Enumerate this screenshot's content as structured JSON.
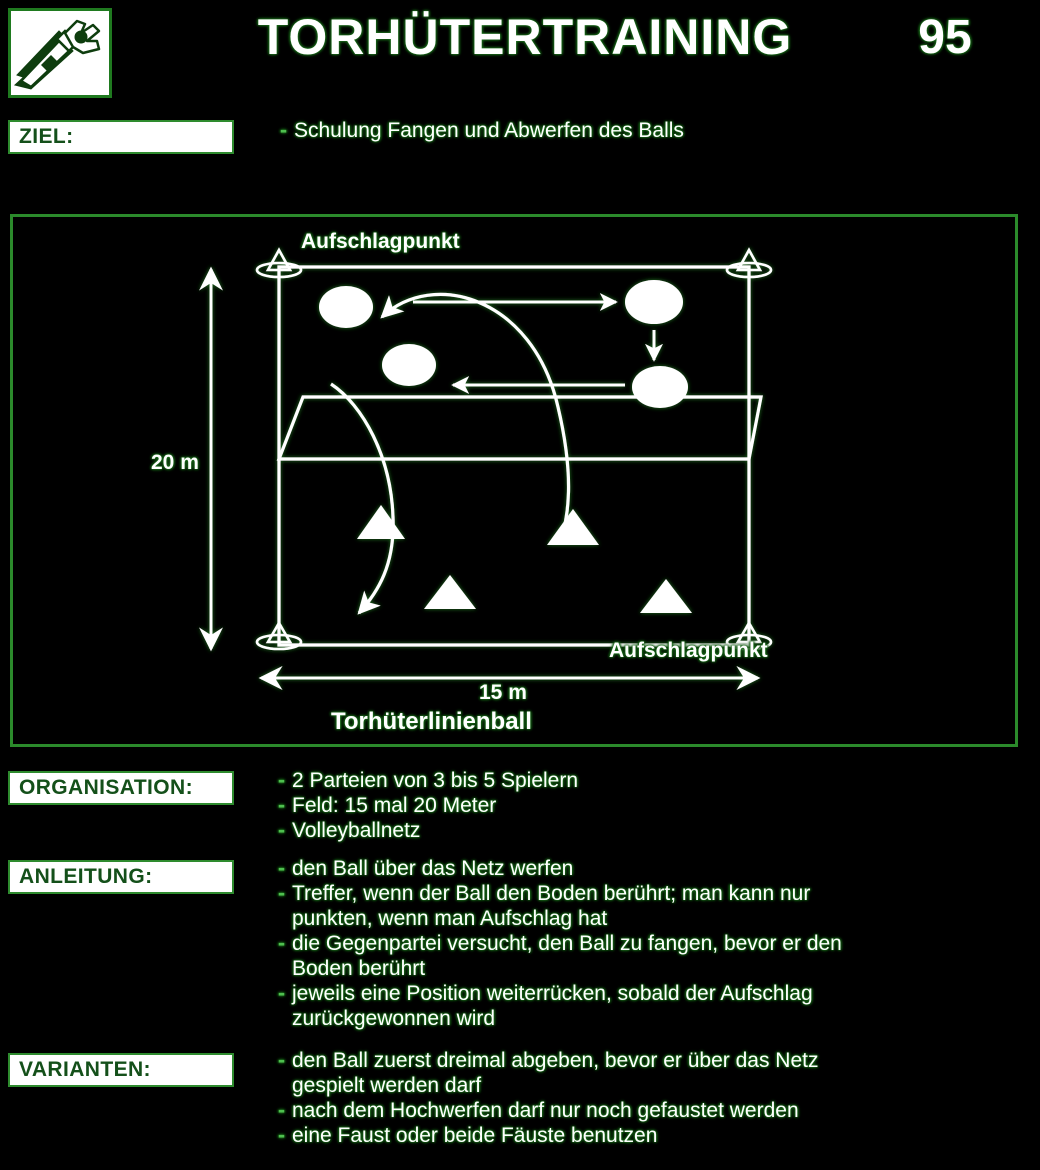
{
  "header": {
    "title": "TORHÜTERTRAINING",
    "page_number": "95",
    "logo_icon": "goalkeeper-diving-catch-icon"
  },
  "sections": [
    {
      "key": "ziel",
      "label": "ZIEL:",
      "items": [
        "Schulung Fangen und Abwerfen des Balls"
      ]
    },
    {
      "key": "organisation",
      "label": "ORGANISATION:",
      "items": [
        "2 Parteien von 3 bis 5 Spielern",
        "Feld: 15 mal 20 Meter",
        "Volleyballnetz"
      ]
    },
    {
      "key": "anleitung",
      "label": "ANLEITUNG:",
      "items": [
        "den Ball über das Netz werfen",
        "Treffer, wenn der Ball den Boden berührt; man kann nur\npunkten, wenn man Aufschlag hat",
        "die Gegenpartei versucht, den Ball zu fangen, bevor er den\nBoden berührt",
        "jeweils eine Position weiterrücken, sobald der Aufschlag\nzurückgewonnen wird"
      ]
    },
    {
      "key": "varianten",
      "label": "VARIANTEN:",
      "items": [
        "den Ball zuerst dreimal abgeben, bevor er über das Netz\ngespielt werden darf",
        "nach dem Hochwerfen darf nur noch gefaustet werden",
        "eine Faust oder beide Fäuste benutzen"
      ]
    }
  ],
  "diagram": {
    "caption": "Torhüterlinienball",
    "label_top": "Aufschlagpunkt",
    "label_bottom": "Aufschlagpunkt",
    "dimension_height": "20 m",
    "dimension_width": "15 m",
    "bullet_dash": "-",
    "field": {
      "width_m": 15,
      "height_m": 20,
      "corner_markers": 4,
      "net": "Volleyballnetz",
      "players_upper": 4,
      "cones_lower": 4
    }
  },
  "colors": {
    "background": "#000000",
    "ink": "#ffffff",
    "glow": "#1f7a1f",
    "frame": "#2b8a2b",
    "label_text": "#14501a",
    "label_bg": "#ffffff"
  }
}
